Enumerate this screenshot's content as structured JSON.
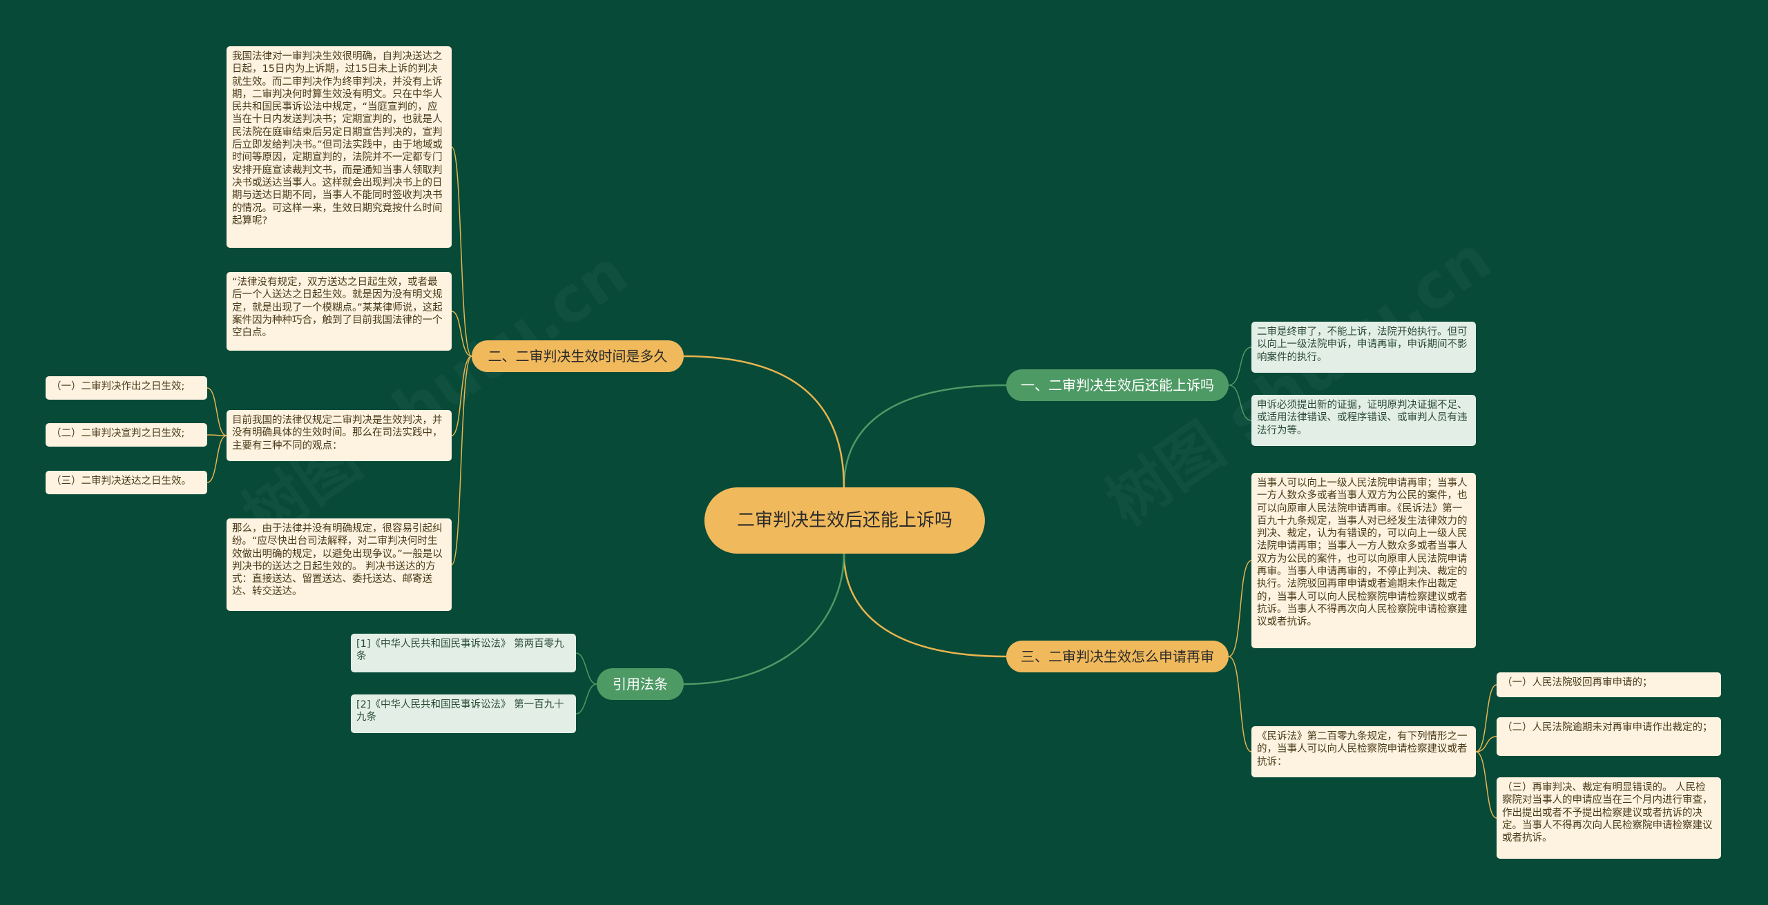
{
  "root": {
    "title": "二审判决生效后还能上诉吗"
  },
  "branches": {
    "b1": "一、二审判决生效后还能上诉吗",
    "b2": "二、二审判决生效时间是多久",
    "b3": "三、二审判决生效怎么申请再审",
    "b4": "引用法条"
  },
  "leaves": {
    "r1a": "二审是终审了，不能上诉，法院开始执行。但可以向上一级法院申诉，申请再审，申诉期间不影响案件的执行。",
    "r1b": "申诉必须提出新的证据，证明原判决证据不足、或适用法律错误、或程序错误、或审判人员有违法行为等。",
    "r3a": "当事人可以向上一级人民法院申请再审；当事人一方人数众多或者当事人双方为公民的案件，也可以向原审人民法院申请再审。《民诉法》第一百九十九条规定，当事人对已经发生法律效力的判决、裁定，认为有错误的，可以向上一级人民法院申请再审；当事人一方人数众多或者当事人双方为公民的案件，也可以向原审人民法院申请再审。当事人申请再审的，不停止判决、裁定的执行。法院驳回再审申请或者逾期未作出裁定的，当事人可以向人民检察院申请检察建议或者抗诉。当事人不得再次向人民检察院申请检察建议或者抗诉。",
    "r3b": "《民诉法》第二百零九条规定，有下列情形之一的，当事人可以向人民检察院申请检察建议或者抗诉：",
    "r3b1": "（一）人民法院驳回再审申请的；",
    "r3b2": "（二）人民法院逾期未对再审申请作出裁定的；",
    "r3b3": "（三）再审判决、裁定有明显错误的。 人民检察院对当事人的申请应当在三个月内进行审查，作出提出或者不予提出检察建议或者抗诉的决定。当事人不得再次向人民检察院申请检察建议或者抗诉。",
    "l2a": "我国法律对一审判决生效很明确，自判决送达之日起，15日内为上诉期，过15日未上诉的判决就生效。而二审判决作为终审判决，并没有上诉期，二审判决何时算生效没有明文。只在中华人民共和国民事诉讼法中规定，“当庭宣判的，应当在十日内发送判决书；定期宣判的，也就是人民法院在庭审结束后另定日期宣告判决的，宣判后立即发给判决书。”但司法实践中，由于地域或时间等原因，定期宣判的，法院并不一定都专门安排开庭宣读裁判文书，而是通知当事人领取判决书或送达当事人。这样就会出现判决书上的日期与送达日期不同，当事人不能同时签收判决书的情况。可这样一来，生效日期究竟按什么时间起算呢?",
    "l2b": "“法律没有规定，双方送达之日起生效，或者最后一个人送达之日起生效。就是因为没有明文规定，就是出现了一个模糊点。”某某律师说，这起案件因为种种巧合，触到了目前我国法律的一个空白点。",
    "l2c": "目前我国的法律仅规定二审判决是生效判决，并没有明确具体的生效时间。那么在司法实践中，主要有三种不同的观点：",
    "l2c1": "（一）二审判决作出之日生效;",
    "l2c2": "（二）二审判决宣判之日生效;",
    "l2c3": "（三）二审判决送达之日生效。",
    "l2d": "那么，由于法律并没有明确规定，很容易引起纠纷。“应尽快出台司法解释，对二审判决何时生效做出明确的规定，以避免出现争议。”一般是以判决书的送达之日起生效的。 判决书送达的方式：直接送达、留置送达、委托送达、邮寄送达、转交送达。",
    "l4a": "[1]《中华人民共和国民事诉讼法》 第两百零九条",
    "l4b": "[2]《中华人民共和国民事诉讼法》 第一百九十九条"
  },
  "colors": {
    "background": "#074a38",
    "root": "#f0b95c",
    "branch_orange": "#f0b95c",
    "branch_green": "#4e9a65",
    "link_orange": "#e8b44f",
    "link_green": "#4e9a65",
    "leaf_cream": "#fdf3e0",
    "leaf_mint": "#e3efe6"
  }
}
